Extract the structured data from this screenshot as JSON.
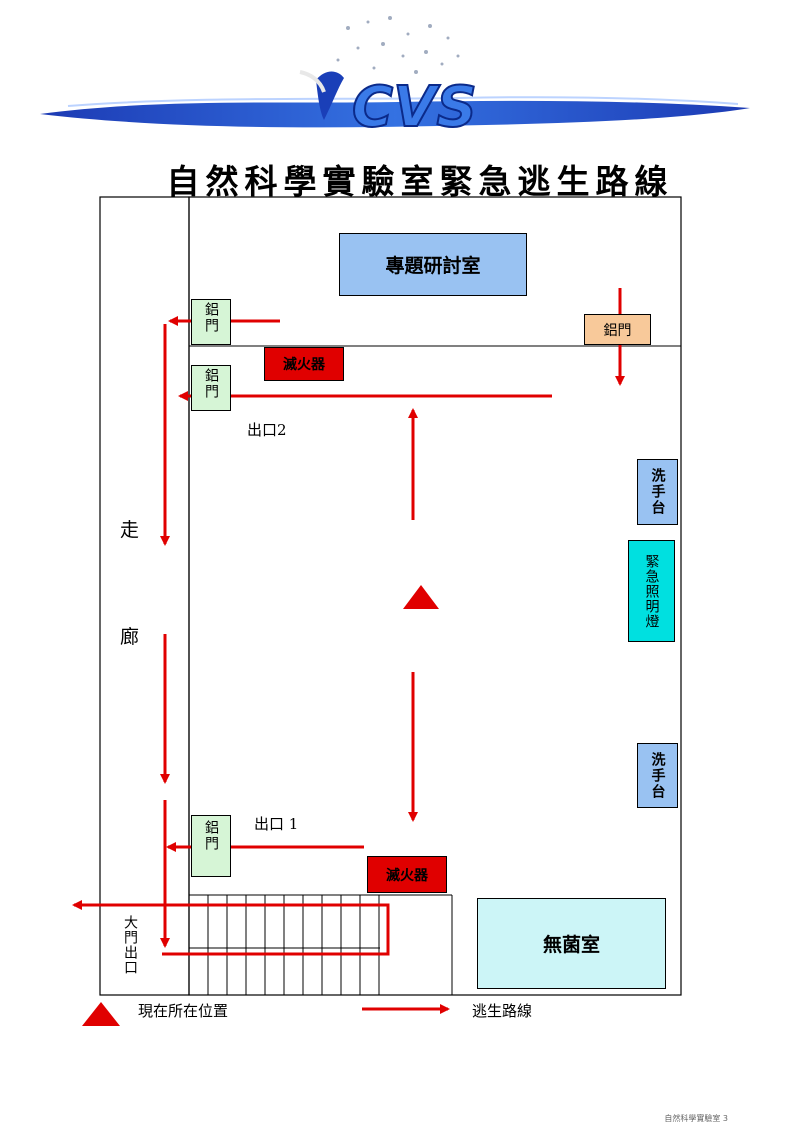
{
  "header": {
    "logo_text": "CVS",
    "title": "自然科學實驗室緊急逃生路線"
  },
  "rooms": {
    "seminar_room": "專題研討室",
    "aseptic_room": "無菌室",
    "corridor_char1": "走",
    "corridor_char2": "廊",
    "door_top_right": "鋁門",
    "door_left_1": "鋁門",
    "door_left_2": "鋁門",
    "door_left_3": "鋁門",
    "extinguisher_1": "滅火器",
    "extinguisher_2": "滅火器",
    "sink_1": "洗手台",
    "sink_2": "洗手台",
    "emergency_light": "緊急照明燈",
    "main_exit": "大門出口"
  },
  "exits": {
    "exit_2": "出口2",
    "exit_1": "出口 1"
  },
  "legend": {
    "current_position": "現在所在位置",
    "escape_route": "逃生路線"
  },
  "footer": {
    "note": "自然科學實驗室 3"
  },
  "colors": {
    "arrow_red": "#e00000",
    "seminar_blue": "#99c2f2",
    "door_green": "#d6f5d6",
    "door_orange": "#f8c99a",
    "extinguisher_red": "#e00000",
    "sink_blue": "#99c2f2",
    "light_cyan": "#00e0e0",
    "aseptic_cyan": "#ccf5f7"
  }
}
